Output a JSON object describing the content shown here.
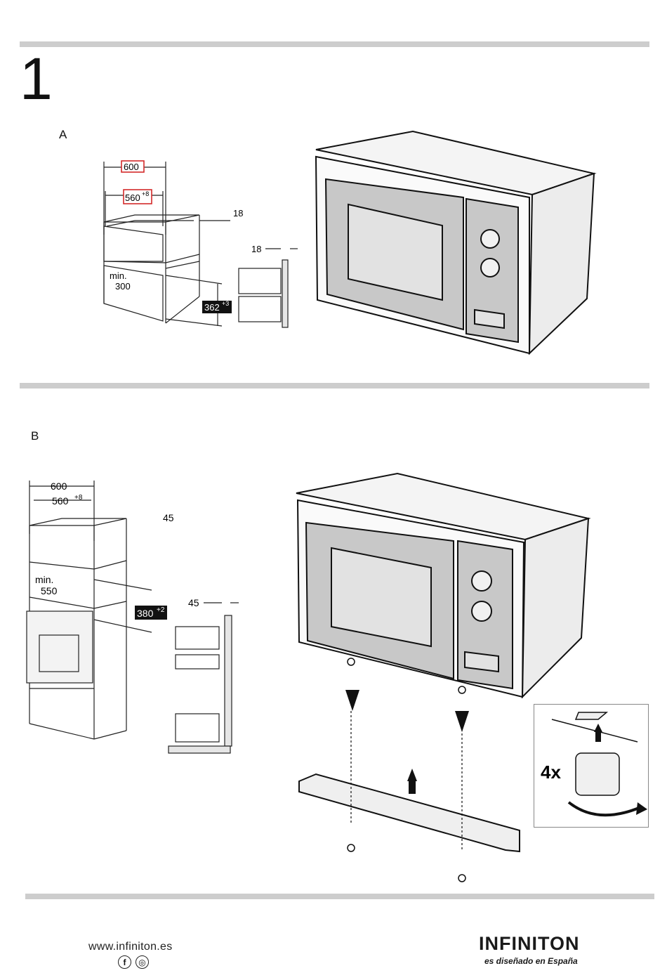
{
  "step": {
    "number": "1"
  },
  "sectionA": {
    "label": "A",
    "width_total": "600",
    "width_inner": "560",
    "width_inner_tol": "+8",
    "side_panel": "18",
    "side_panel_detail": "18",
    "min_label": "min.",
    "min_value": "300",
    "height": "362",
    "height_tol": "+3"
  },
  "sectionB": {
    "label": "B",
    "width_total": "600",
    "width_inner": "560",
    "width_inner_tol": "+8",
    "side_panel": "45",
    "side_panel_detail": "45",
    "min_label": "min.",
    "min_value": "550",
    "height": "380",
    "height_tol": "+2",
    "quantity": "4x"
  },
  "footer": {
    "url": "www.infiniton.es",
    "brand": "INFINITON",
    "tagline": "es diseñado en España",
    "social": [
      "f",
      "◎"
    ]
  },
  "colors": {
    "rule": "#cdcdcd",
    "highlight": "#d42a2a",
    "panel": "#c8c8c8"
  }
}
